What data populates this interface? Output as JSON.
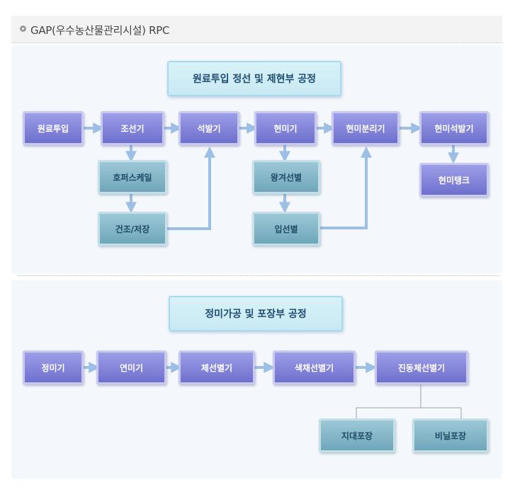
{
  "header": {
    "title": "GAP(우수농산물관리시설) RPC"
  },
  "section1": {
    "title": "원료투입 정선 및 제현부 공정",
    "nodes": {
      "raw_input": "원료투입",
      "rough_sorter": "조선기",
      "hopper_scale": "호퍼스케일",
      "dry_store": "건조/저장",
      "stone_remover": "석발기",
      "huller": "현미기",
      "husk_sorter": "왕겨선별",
      "grain_sorter": "입선별",
      "brown_separator": "현미분리기",
      "brown_stone_remover": "현미석발기",
      "brown_tank": "현미탱크"
    }
  },
  "section2": {
    "title": "정미가공 및 포장부 공정",
    "nodes": {
      "polisher": "정미기",
      "refiner": "연미기",
      "sieve_sorter": "체선별기",
      "color_sorter": "색채선별기",
      "vibration_sorter": "진동체선별기",
      "paper_bag": "지대포장",
      "vinyl_bag": "비닐포장"
    }
  },
  "colors": {
    "process_box": "#7f80d9",
    "storage_box": "#86b7c9",
    "arrow": "#9dbfe6",
    "connector": "#a0a0a0"
  }
}
